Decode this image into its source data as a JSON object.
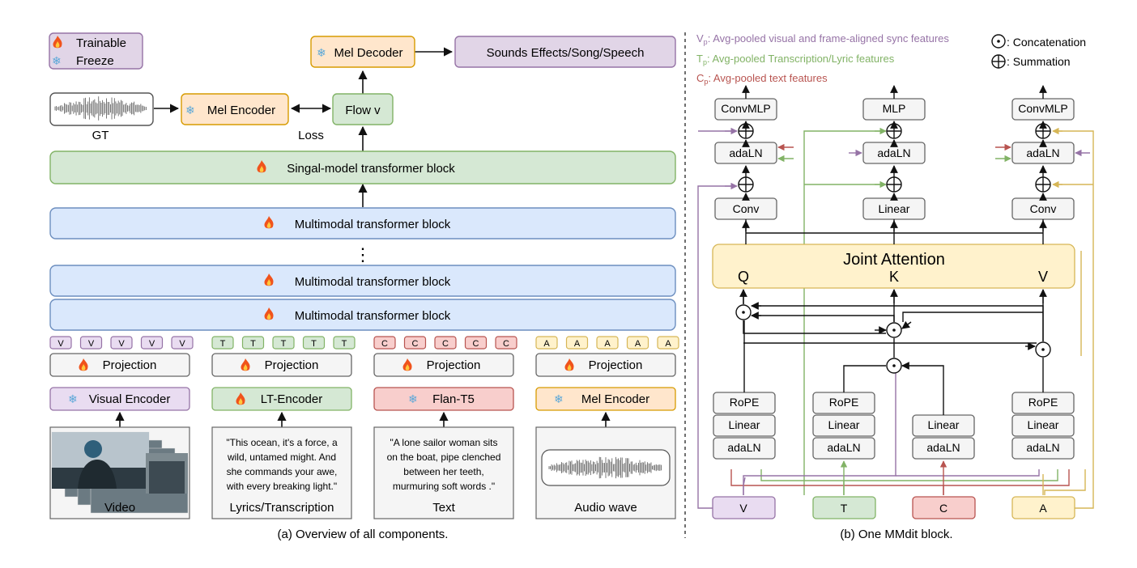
{
  "legend": {
    "trainable": "Trainable",
    "freeze": "Freeze"
  },
  "left": {
    "mel_decoder": "Mel Decoder",
    "output": "Sounds Effects/Song/Speech",
    "mel_encoder_top": "Mel Encoder",
    "flow": "Flow v",
    "gt": "GT",
    "loss": "Loss",
    "single_block": "Singal-model transformer block",
    "mm_block": "Multimodal transformer block",
    "dots": "⋮",
    "columns": [
      {
        "token": "V",
        "projection": "Projection",
        "encoder": "Visual Encoder",
        "input_label": "Video",
        "input_text": []
      },
      {
        "token": "T",
        "projection": "Projection",
        "encoder": "LT-Encoder",
        "input_label": "Lyrics/Transcription",
        "input_text": [
          "\"This ocean, it's a force, a",
          "wild, untamed might. And",
          "she commands your awe,",
          "with every breaking light.\""
        ]
      },
      {
        "token": "C",
        "projection": "Projection",
        "encoder": "Flan-T5",
        "input_label": "Text",
        "input_text": [
          "\"A lone sailor woman sits",
          "on the boat, pipe clenched",
          "between her teeth,",
          "murmuring soft words .\""
        ]
      },
      {
        "token": "A",
        "projection": "Projection",
        "encoder": "Mel Encoder",
        "input_label": "Audio wave",
        "input_text": []
      }
    ],
    "caption": "(a) Overview of all components."
  },
  "right": {
    "notes": [
      {
        "sym": "V",
        "sub": "p",
        "text": ": Avg-pooled visual and frame-aligned sync features"
      },
      {
        "sym": "T",
        "sub": "p",
        "text": ": Avg-pooled Transcription/Lyric features"
      },
      {
        "sym": "C",
        "sub": "p",
        "text": ": Avg-pooled text features"
      }
    ],
    "concat": ": Concatenation",
    "sum": ": Summation",
    "top": [
      "ConvMLP",
      "MLP",
      "ConvMLP"
    ],
    "adaln": "adaLN",
    "mid": [
      "Conv",
      "Linear",
      "Conv"
    ],
    "joint": "Joint Attention",
    "qkv": [
      "Q",
      "K",
      "V"
    ],
    "rope": "RoPE",
    "linear": "Linear",
    "inputs": [
      "V",
      "T",
      "C",
      "A"
    ],
    "caption": "(b) One MMdit block."
  },
  "colors": {
    "visual": "#e9dcf1",
    "visual_line": "#9673a6",
    "lyric": "#d5e8d4",
    "lyric_line": "#82b366",
    "text": "#f8cecc",
    "text_line": "#b85450",
    "audio": "#fff2cc",
    "audio_line": "#d6b656",
    "orange": "#ffe6cc",
    "orange_line": "#d79b00",
    "blue": "#dae8fc",
    "blue_line": "#6c8ebf",
    "grey": "#f5f5f5",
    "grey_line": "#666666"
  }
}
